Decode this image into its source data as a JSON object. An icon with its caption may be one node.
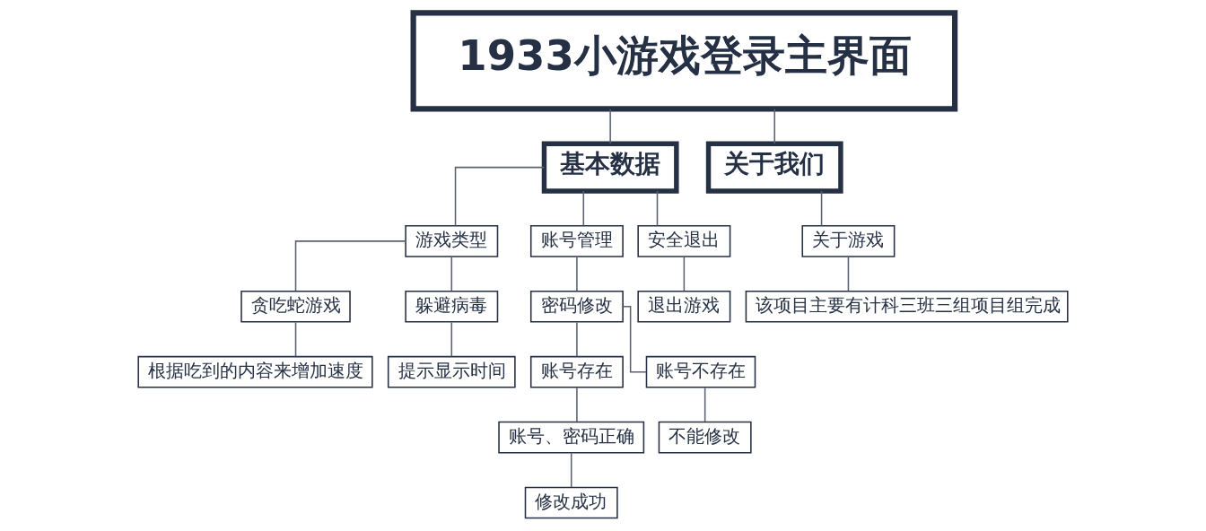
{
  "diagram": {
    "nodes": [
      {
        "text": [
          "1933小游戏登录主界面"
        ]
      },
      {
        "text": [
          "基本数据"
        ]
      },
      {
        "text": [
          "关于我们"
        ]
      },
      {
        "text": [
          "游戏类型"
        ]
      },
      {
        "text": [
          "账号管理"
        ]
      },
      {
        "text": [
          "安全退出"
        ]
      },
      {
        "text": [
          "关于游戏"
        ]
      },
      {
        "text": [
          "贪吃蛇游戏"
        ]
      },
      {
        "text": [
          "躲避病毒"
        ]
      },
      {
        "text": [
          "密码修改"
        ]
      },
      {
        "text": [
          "退出游戏"
        ]
      },
      {
        "text": [
          "该项目主要有计科三班三组项目组完成"
        ]
      },
      {
        "text": [
          "根据吃到的内容来增加速度"
        ]
      },
      {
        "text": [
          "提示显示时间"
        ]
      },
      {
        "text": [
          "账号存在"
        ]
      },
      {
        "text": [
          "账号不存在"
        ]
      },
      {
        "text": [
          "账号、密码正确"
        ]
      },
      {
        "text": [
          "不能修改"
        ]
      },
      {
        "text": [
          "修改成功"
        ]
      }
    ],
    "edges": [
      {
        "from": 0,
        "to": 1,
        "arrow": "none"
      },
      {
        "from": 0,
        "to": 2,
        "arrow": "none"
      },
      {
        "from": 1,
        "to": 3,
        "arrow": "none"
      },
      {
        "from": 1,
        "to": 4,
        "arrow": "none"
      },
      {
        "from": 1,
        "to": 5,
        "arrow": "none"
      },
      {
        "from": 2,
        "to": 6,
        "arrow": "none"
      },
      {
        "from": 3,
        "to": 7,
        "arrow": "none"
      },
      {
        "from": 3,
        "to": 8,
        "arrow": "none"
      },
      {
        "from": 4,
        "to": 9,
        "arrow": "none"
      },
      {
        "from": 5,
        "to": 10,
        "arrow": "none"
      },
      {
        "from": 6,
        "to": 11,
        "arrow": "none"
      },
      {
        "from": 7,
        "to": 12,
        "arrow": "none"
      },
      {
        "from": 8,
        "to": 13,
        "arrow": "none"
      },
      {
        "from": 9,
        "to": 14,
        "arrow": "none"
      },
      {
        "from": 9,
        "to": 15,
        "arrow": "none"
      },
      {
        "from": 14,
        "to": 16,
        "arrow": "none"
      },
      {
        "from": 15,
        "to": 17,
        "arrow": "none"
      },
      {
        "from": 16,
        "to": 18,
        "arrow": "none"
      }
    ]
  }
}
